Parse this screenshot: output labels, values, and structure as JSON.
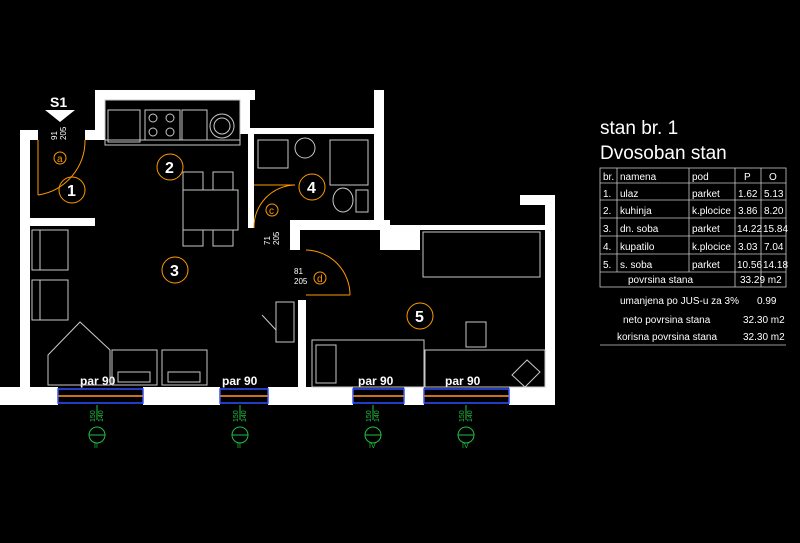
{
  "title": {
    "line1": "stan br. 1",
    "line2": "Dvosoban stan"
  },
  "table": {
    "headers": [
      "br.",
      "namena",
      "pod",
      "P",
      "O"
    ],
    "rows": [
      [
        "1.",
        "ulaz",
        "parket",
        "1.62",
        "5.13"
      ],
      [
        "2.",
        "kuhinja",
        "k.plocice",
        "3.86",
        "8.20"
      ],
      [
        "3.",
        "dn. soba",
        "parket",
        "14.22",
        "15.84"
      ],
      [
        "4.",
        "kupatilo",
        "k.plocice",
        "3.03",
        "7.04"
      ],
      [
        "5.",
        "s. soba",
        "parket",
        "10.56",
        "14.18"
      ]
    ],
    "total_label": "povrsina stana",
    "total_value": "33.29 m2"
  },
  "summary": [
    {
      "label": "umanjena po JUS-u za 3%",
      "value": "0.99"
    },
    {
      "label": "neto povrsina stana",
      "value": "32.30 m2"
    },
    {
      "label": "korisna povrsina stana",
      "value": "32.30 m2"
    }
  ],
  "plan": {
    "section_mark": "S1",
    "rooms": [
      "1",
      "2",
      "3",
      "4",
      "5"
    ],
    "doors": [
      {
        "letter": "a",
        "w": "91",
        "h": "205"
      },
      {
        "letter": "c",
        "w": "71",
        "h": "205"
      },
      {
        "letter": "d",
        "w": "81",
        "h": "205"
      }
    ],
    "windows": [
      {
        "label": "par 90",
        "tag": "II",
        "d1": "150",
        "d2": "140"
      },
      {
        "label": "par 90",
        "tag": "II",
        "d1": "150",
        "d2": "140"
      },
      {
        "label": "par 90",
        "tag": "IV",
        "d1": "150",
        "d2": "140"
      },
      {
        "label": "par 90",
        "tag": "IV",
        "d1": "150",
        "d2": "140"
      }
    ]
  },
  "colors": {
    "background": "#000000",
    "walls": "#ffffff",
    "furniture": "#c8c8c8",
    "doors": "#ff9900",
    "dimension": "#20c040",
    "window_frame": "#3050ff"
  }
}
